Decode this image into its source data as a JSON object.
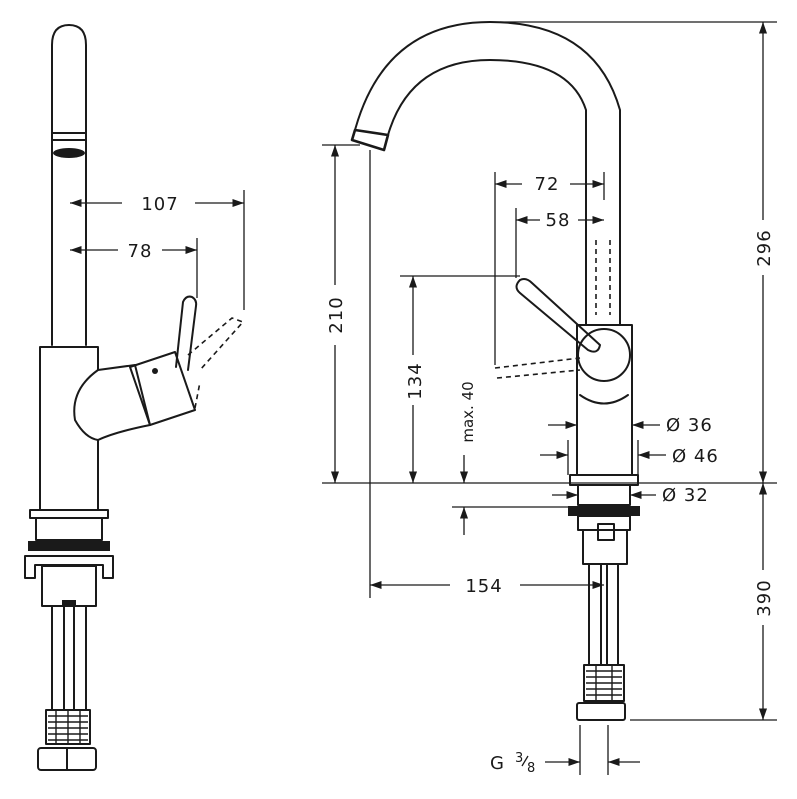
{
  "labels": {
    "side_width": "107",
    "side_handle": "78",
    "spout_reach_72": "72",
    "spout_reach_58": "58",
    "total_height": "296",
    "spout_height": "210",
    "handle_height": "134",
    "max_40": "max. 40",
    "dia_36": "Ø 36",
    "dia_46": "Ø 46",
    "dia_32": "Ø 32",
    "reach_154": "154",
    "hose_390": "390",
    "thread_g": "G",
    "thread_num": "3",
    "thread_den": "8"
  }
}
